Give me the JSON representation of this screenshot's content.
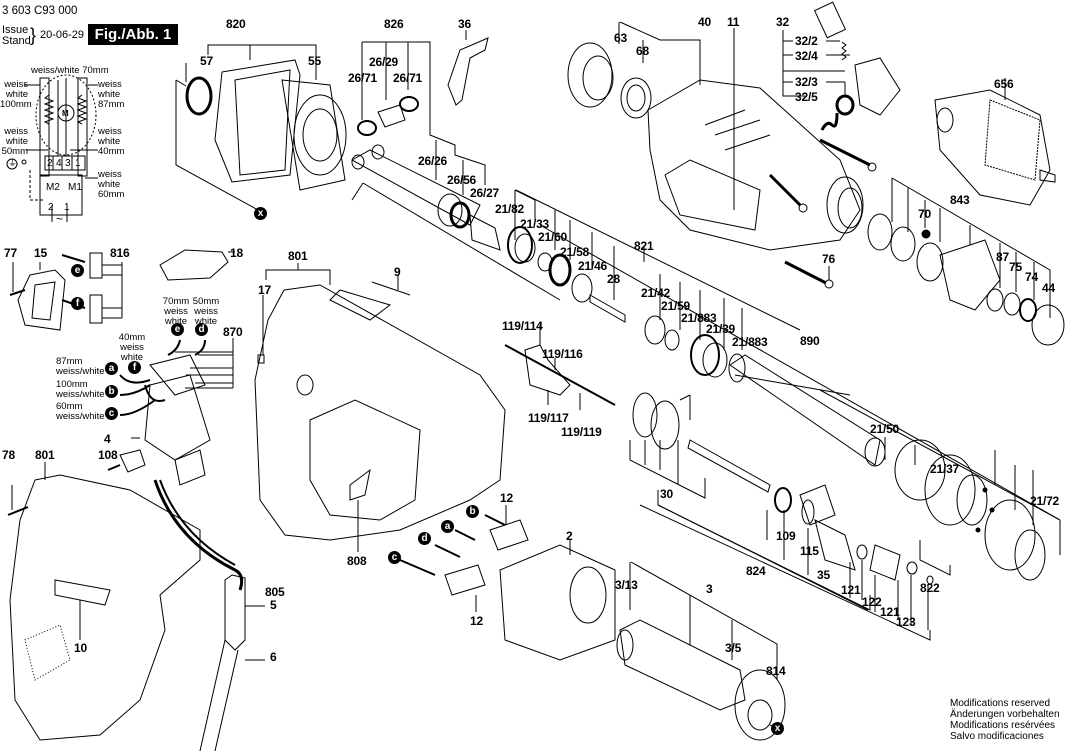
{
  "header": {
    "part_number": "3 603 C93 000",
    "issue_label_en": "Issue",
    "issue_label_de": "Stand",
    "issue_date": "20-06-29",
    "figure_label": "Fig./Abb. 1"
  },
  "wiring_diagram": {
    "top_wire": "weiss/white 70mm",
    "left_top_wire": [
      "weiss",
      "white",
      "100mm"
    ],
    "right_top_wire": [
      "weiss",
      "white",
      "87mm"
    ],
    "left_bottom_wire": [
      "weiss",
      "white",
      "50mm"
    ],
    "right_bottom_wire": [
      "weiss",
      "white",
      "40mm"
    ],
    "bottom_wire": [
      "weiss",
      "white",
      "60mm"
    ],
    "motor_symbol": "M",
    "terminals": [
      "2",
      "4",
      "3",
      "1"
    ],
    "switch_labels": [
      "M2",
      "M1"
    ],
    "supply_terminals": [
      "2",
      "1"
    ],
    "ac_symbol": "~"
  },
  "switch_wiring": {
    "e": [
      "70mm",
      "weiss",
      "white"
    ],
    "d": [
      "50mm",
      "weiss",
      "white"
    ],
    "f": [
      "40mm",
      "weiss",
      "white"
    ],
    "a": [
      "87mm",
      "weiss/white"
    ],
    "b": [
      "100mm",
      "weiss/white"
    ],
    "c": [
      "60mm",
      "weiss/white"
    ]
  },
  "markers": {
    "a": "a",
    "b": "b",
    "c": "c",
    "d": "d",
    "e": "e",
    "f": "f",
    "x": "x"
  },
  "parts": {
    "p820": "820",
    "p57": "57",
    "p55": "55",
    "p826": "826",
    "p26_29": "26/29",
    "p26_71a": "26/71",
    "p26_71b": "26/71",
    "p36": "36",
    "p26_26": "26/26",
    "p26_56": "26/56",
    "p26_27": "26/27",
    "p40": "40",
    "p63": "63",
    "p68": "68",
    "p11": "11",
    "p32": "32",
    "p32_2": "32/2",
    "p32_4": "32/4",
    "p32_3": "32/3",
    "p32_5": "32/5",
    "p656": "656",
    "p21_82": "21/82",
    "p21_33": "21/33",
    "p21_60": "21/60",
    "p21_58": "21/58",
    "p21_46": "21/46",
    "p28": "28",
    "p821": "821",
    "p21_42": "21/42",
    "p21_59": "21/59",
    "p21_883a": "21/883",
    "p21_39": "21/39",
    "p21_883b": "21/883",
    "p843": "843",
    "p70": "70",
    "p76": "76",
    "p87": "87",
    "p75": "75",
    "p74": "74",
    "p44": "44",
    "p77": "77",
    "p15": "15",
    "p816": "816",
    "p18": "18",
    "p801a": "801",
    "p9": "9",
    "p17": "17",
    "p870": "870",
    "p4": "4",
    "p108": "108",
    "p119_114": "119/114",
    "p119_116": "119/116",
    "p119_117": "119/117",
    "p119_119": "119/119",
    "p890": "890",
    "p78": "78",
    "p801b": "801",
    "p805": "805",
    "p5": "5",
    "p6": "6",
    "p10": "10",
    "p808": "808",
    "p12a": "12",
    "p12b": "12",
    "p2": "2",
    "p30": "30",
    "p824": "824",
    "p109": "109",
    "p115": "115",
    "p35": "35",
    "p121a": "121",
    "p122": "122",
    "p121b": "121",
    "p123": "123",
    "p21_50": "21/50",
    "p21_37": "21/37",
    "p21_72": "21/72",
    "p822": "822",
    "p3_13": "3/13",
    "p3": "3",
    "p3_5": "3/5",
    "p814": "814"
  },
  "notes": [
    "Modifications reserved",
    "Änderungen vorbehalten",
    "Modifications resérvées",
    "Salvo modificaciones"
  ]
}
